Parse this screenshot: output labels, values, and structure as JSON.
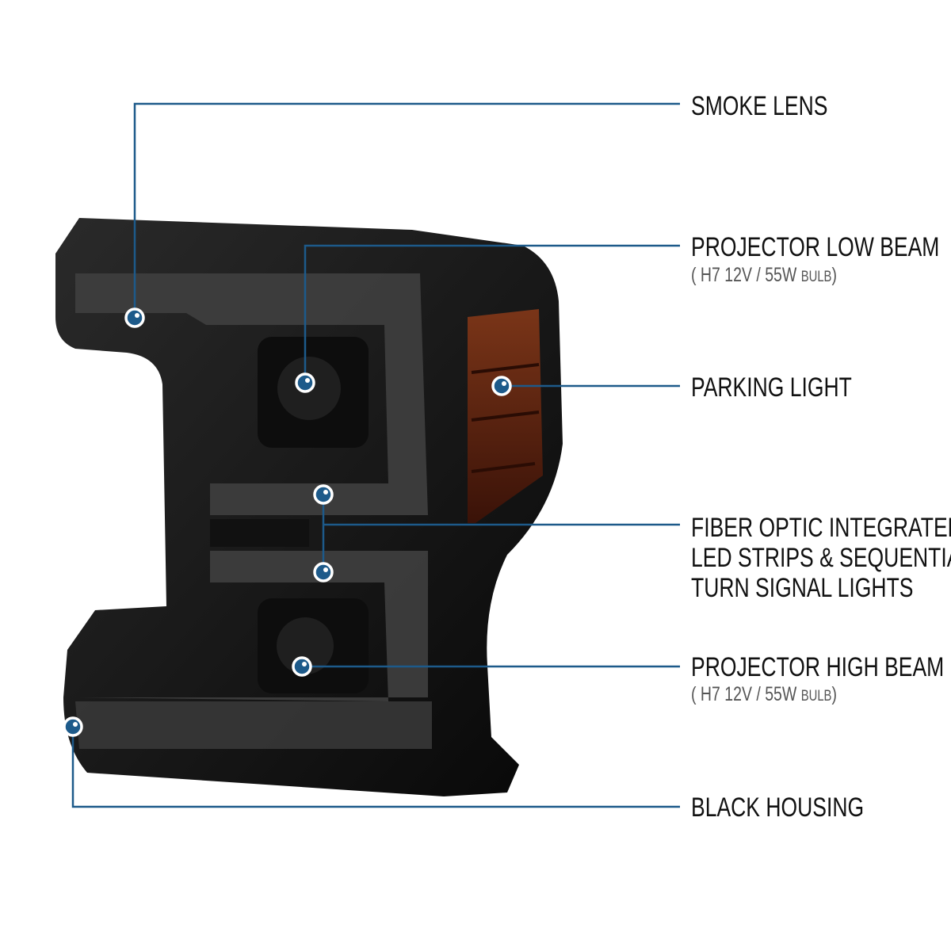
{
  "colors": {
    "leader_line": "#1d5a8a",
    "dot": "#1d5a8a",
    "housing": "#141414",
    "lens_bar": "#5a5a5a",
    "amber": "#6b2a10"
  },
  "callouts": [
    {
      "label": "SMOKE LENS"
    },
    {
      "label": "PROJECTOR LOW BEAM",
      "sub_open": "( H7  12V / 55W",
      "sub_small": "BULB",
      "sub_close": ")"
    },
    {
      "label": "PARKING LIGHT"
    },
    {
      "label_lines": [
        "FIBER OPTIC INTEGRATED",
        "LED STRIPS & SEQUENTIAL",
        "TURN SIGNAL LIGHTS"
      ]
    },
    {
      "label": "PROJECTOR HIGH BEAM",
      "sub_open": "( H7  12V / 55W",
      "sub_small": "BULB",
      "sub_close": ")"
    },
    {
      "label": "BLACK HOUSING"
    }
  ]
}
